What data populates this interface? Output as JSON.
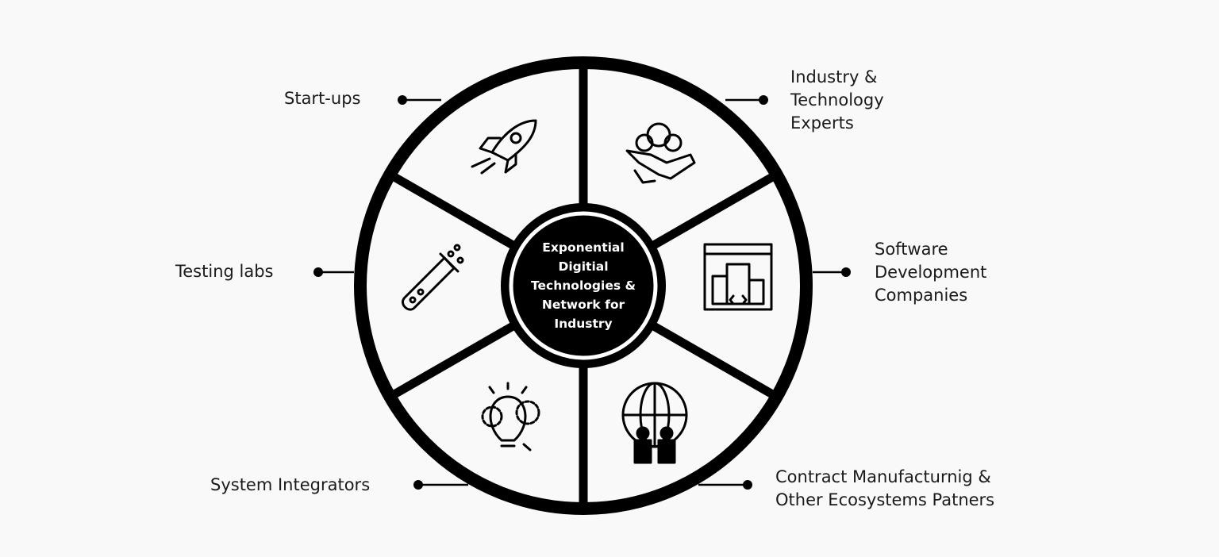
{
  "center_title": {
    "line1": "Exponential",
    "line2": "Digitial",
    "line3": "Technologies &",
    "line4": "Network for",
    "line5": "Industry"
  },
  "segments": [
    {
      "label": "Start-ups",
      "icon": "rocket-icon"
    },
    {
      "label": "Industry &\nTechnology\nExperts",
      "icon": "handshake-gears-icon"
    },
    {
      "label": "Software\nDevelopment\nCompanies",
      "icon": "software-building-icon"
    },
    {
      "label": "Contract Manufacturnig &\nOther Ecosystems Patners",
      "icon": "globe-people-icon"
    },
    {
      "label": "System Integrators",
      "icon": "lightbulb-gears-icon"
    },
    {
      "label": "Testing labs",
      "icon": "test-tube-icon"
    }
  ],
  "colors": {
    "background": "#f9f9f9",
    "ink": "#000000"
  }
}
